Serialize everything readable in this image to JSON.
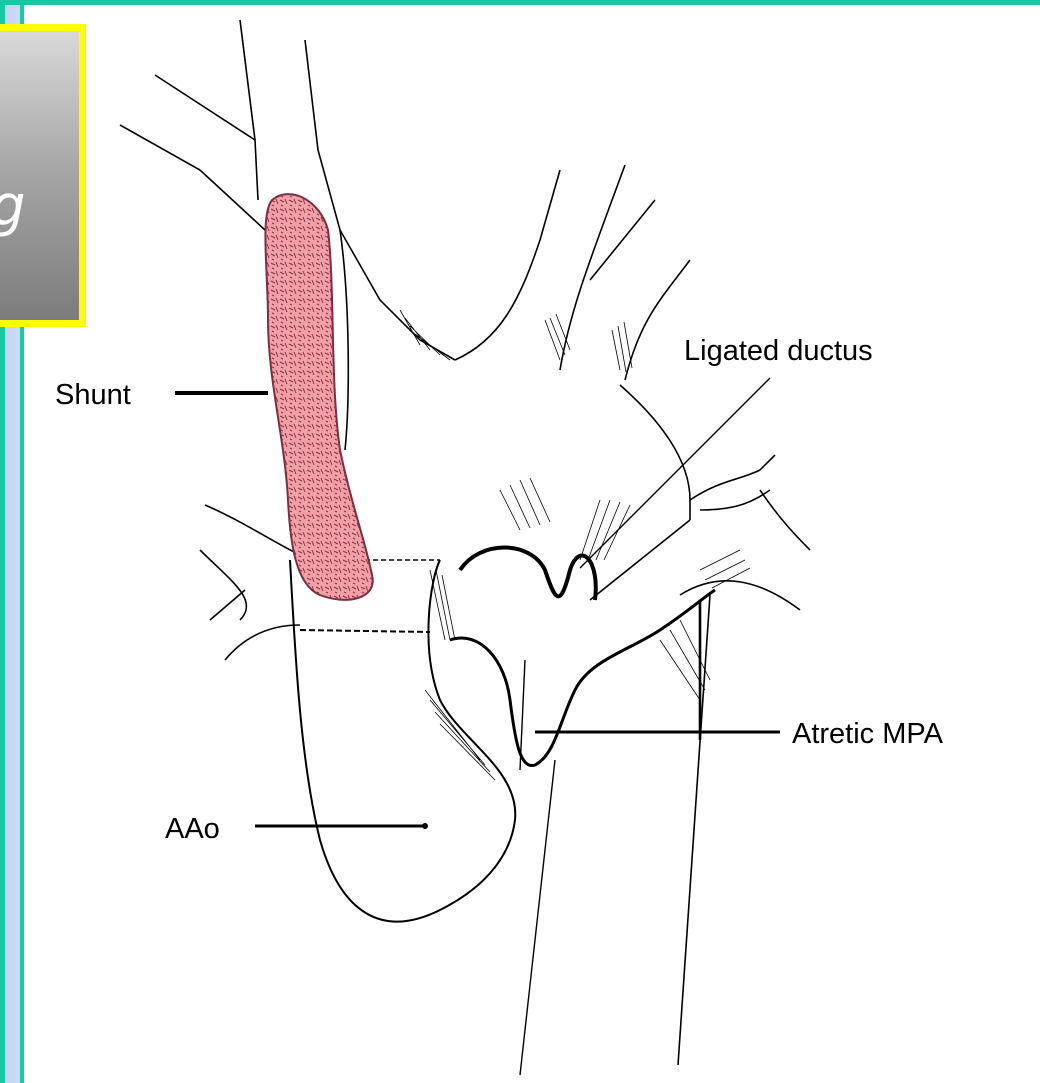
{
  "title_fragment": "g",
  "labels": {
    "shunt": "Shunt",
    "ligated_ductus": "Ligated ductus",
    "atretic_mpa": "Atretic MPA",
    "aao": "AAo"
  },
  "colors": {
    "frame_teal": "#18c7a4",
    "title_border": "#ffff00",
    "shunt_fill": "#f2a0a8",
    "shunt_stroke": "#7a3040",
    "side_band": "#c4d6f4"
  }
}
